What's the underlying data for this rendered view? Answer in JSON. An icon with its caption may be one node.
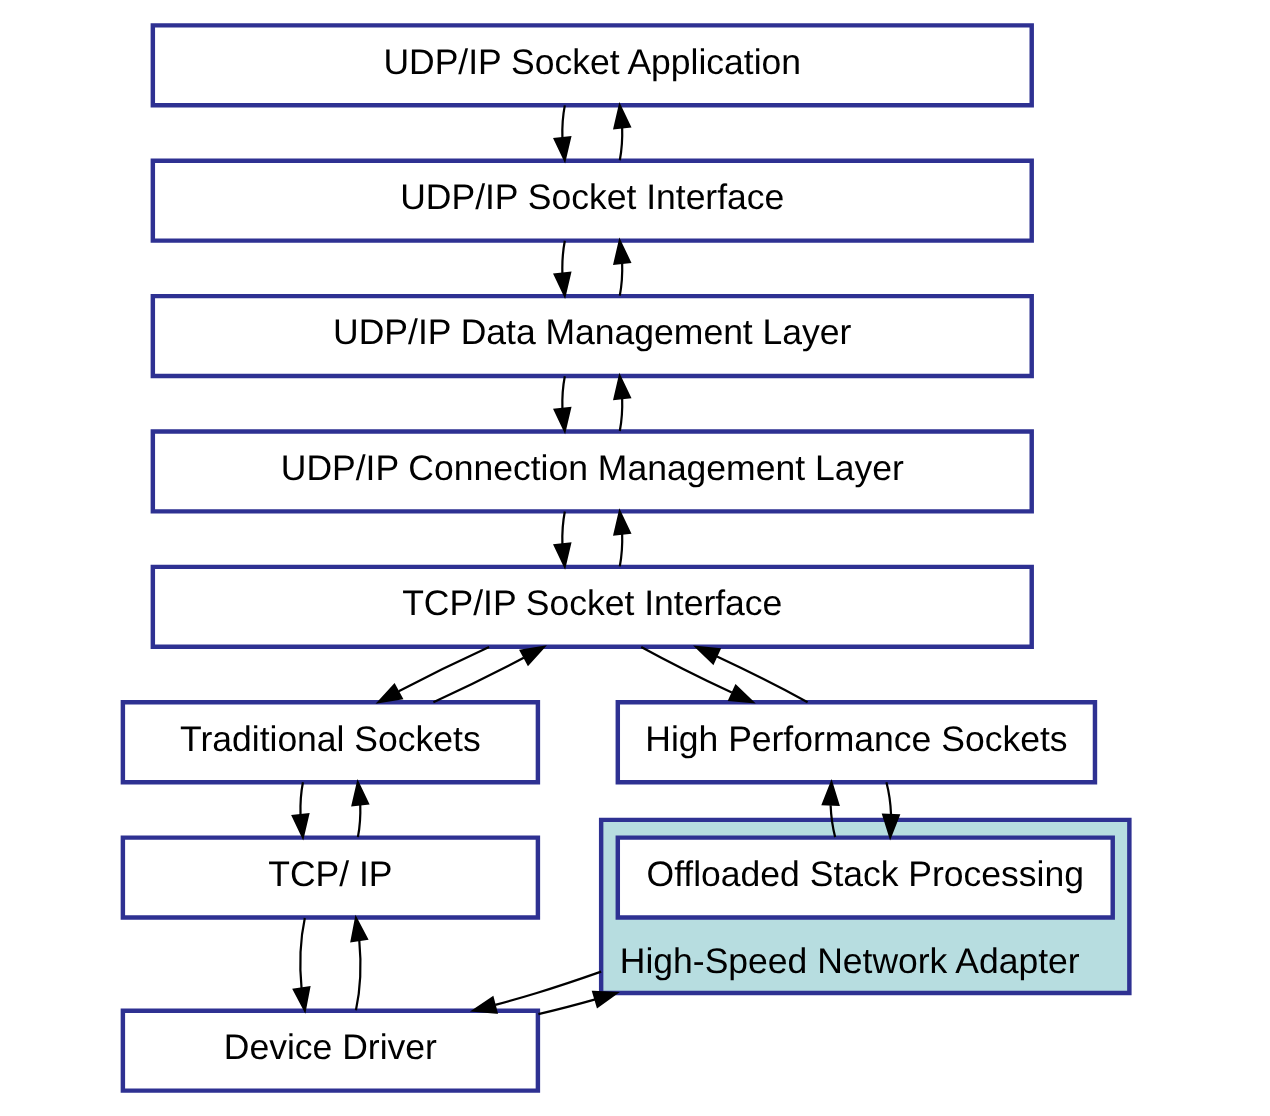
{
  "diagram": {
    "nodes": [
      {
        "text": [
          "UDP/IP Socket Application"
        ]
      },
      {
        "text": [
          "UDP/IP Socket Interface"
        ]
      },
      {
        "text": [
          "UDP/IP Data Management Layer"
        ]
      },
      {
        "text": [
          "UDP/IP Connection Management Layer"
        ]
      },
      {
        "text": [
          "TCP/IP Socket Interface"
        ]
      },
      {
        "text": [
          "Traditional Sockets"
        ]
      },
      {
        "text": [
          "High Performance Sockets"
        ]
      },
      {
        "text": [
          "TCP/ IP"
        ]
      },
      {
        "text": [
          "Device Driver"
        ]
      },
      {
        "text": [
          "High-Speed Network Adapter"
        ]
      },
      {
        "text": [
          "Offloaded Stack Processing"
        ],
        "in": 9
      }
    ],
    "edges": [
      {
        "from": 0,
        "to": 1,
        "arrow": "to"
      },
      {
        "from": 1,
        "to": 0,
        "arrow": "to"
      },
      {
        "from": 1,
        "to": 2,
        "arrow": "to"
      },
      {
        "from": 2,
        "to": 1,
        "arrow": "to"
      },
      {
        "from": 2,
        "to": 3,
        "arrow": "to"
      },
      {
        "from": 3,
        "to": 2,
        "arrow": "to"
      },
      {
        "from": 3,
        "to": 4,
        "arrow": "to"
      },
      {
        "from": 4,
        "to": 3,
        "arrow": "to"
      },
      {
        "from": 4,
        "to": 5,
        "arrow": "to"
      },
      {
        "from": 5,
        "to": 4,
        "arrow": "to"
      },
      {
        "from": 4,
        "to": 6,
        "arrow": "to"
      },
      {
        "from": 6,
        "to": 4,
        "arrow": "to"
      },
      {
        "from": 5,
        "to": 7,
        "arrow": "to"
      },
      {
        "from": 7,
        "to": 5,
        "arrow": "to"
      },
      {
        "from": 7,
        "to": 8,
        "arrow": "to"
      },
      {
        "from": 8,
        "to": 7,
        "arrow": "to"
      },
      {
        "from": 8,
        "to": 9,
        "arrow": "to"
      },
      {
        "from": 9,
        "to": 8,
        "arrow": "to"
      },
      {
        "from": 6,
        "to": 10,
        "arrow": "to"
      },
      {
        "from": 10,
        "to": 6,
        "arrow": "to"
      }
    ]
  }
}
